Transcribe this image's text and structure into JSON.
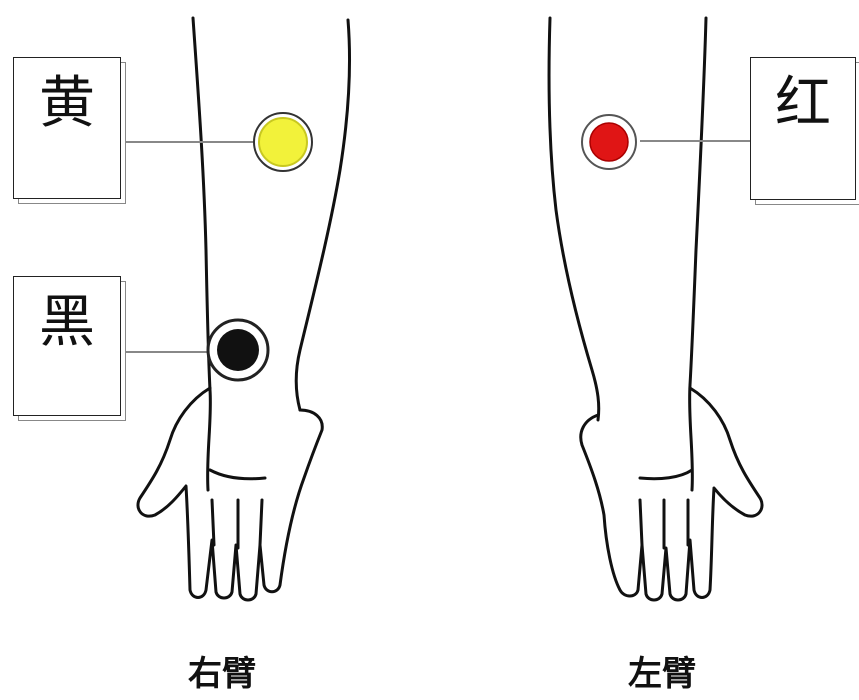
{
  "labels": {
    "yellow": "黄",
    "black": "黑",
    "red": "红"
  },
  "captions": {
    "right_arm": "右臂",
    "left_arm": "左臂"
  },
  "colors": {
    "yellow_dot": "#f2f23a",
    "black_dot": "#111111",
    "red_dot": "#e01515"
  }
}
